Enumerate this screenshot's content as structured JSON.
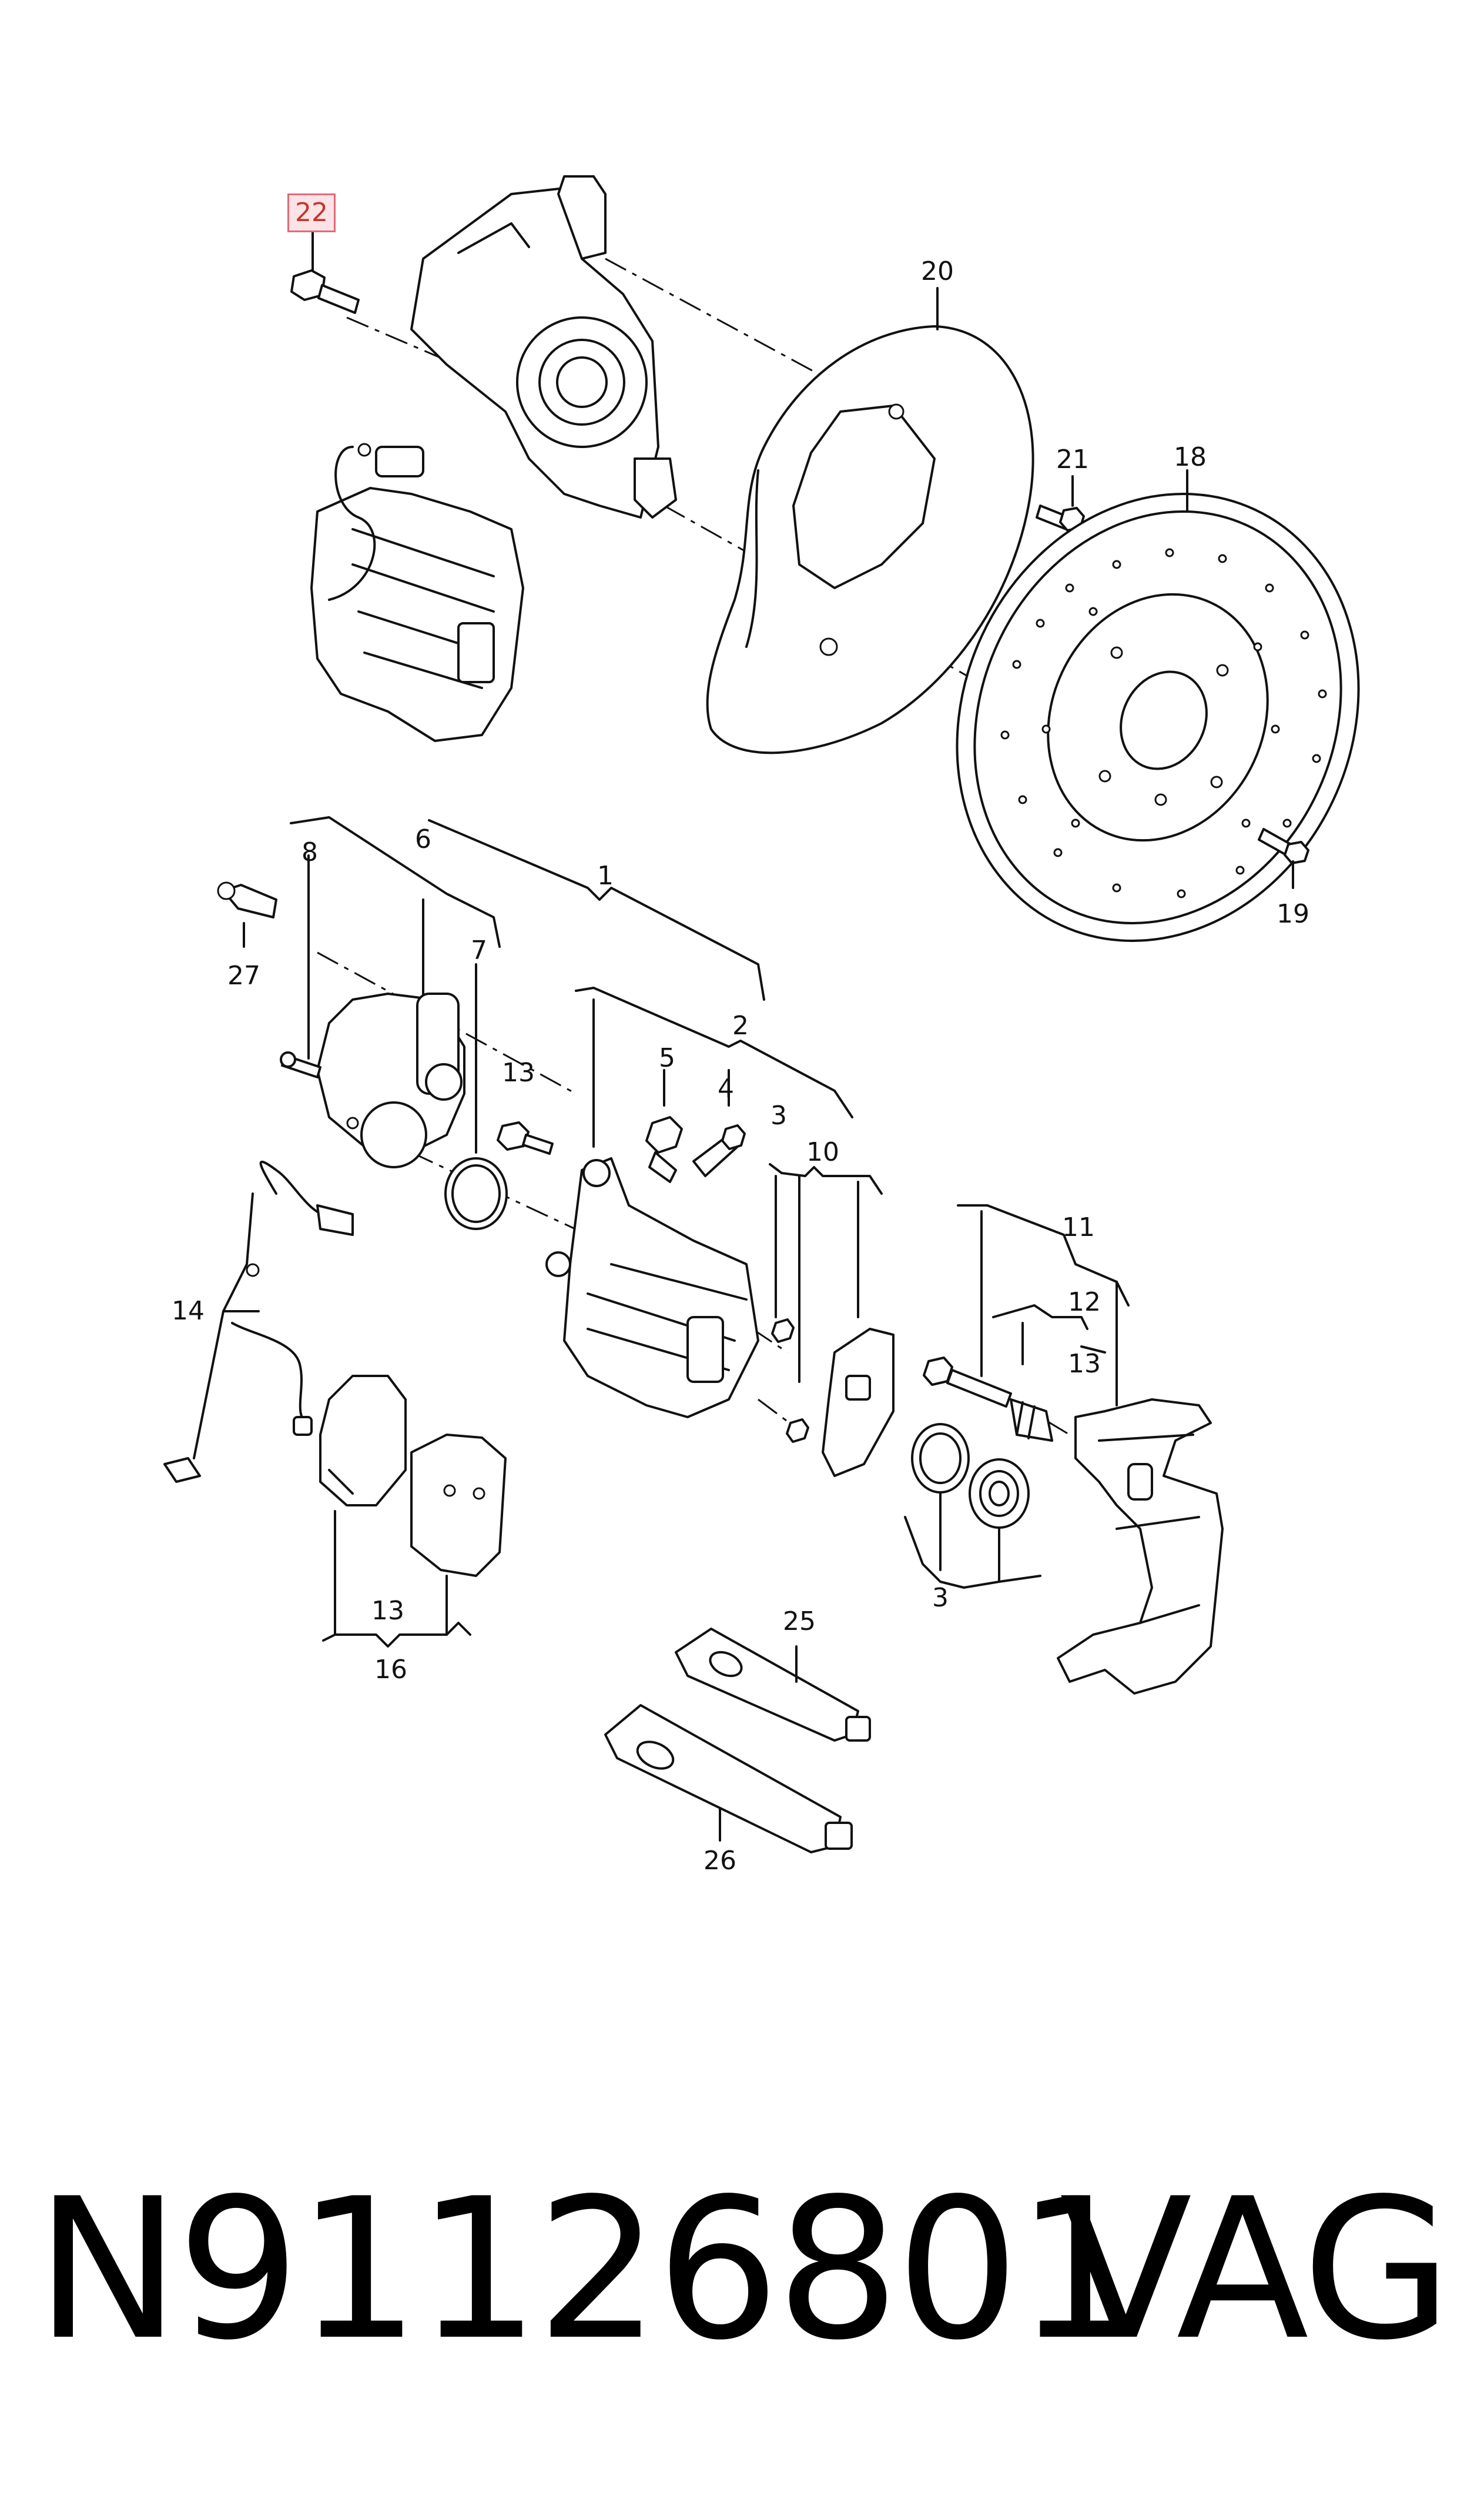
{
  "callouts": {
    "c1": "1",
    "c2": "2",
    "c3a": "3",
    "c3b": "3",
    "c4": "4",
    "c5": "5",
    "c6": "6",
    "c7": "7",
    "c8": "8",
    "c10": "10",
    "c11": "11",
    "c12": "12",
    "c13a": "13",
    "c13b": "13",
    "c13c": "13",
    "c14": "14",
    "c16": "16",
    "c18": "18",
    "c19": "19",
    "c20": "20",
    "c21": "21",
    "c22": "22",
    "c25": "25",
    "c26": "26",
    "c27": "27"
  },
  "highlighted_part": "22",
  "footer": {
    "part_number": "N91126801",
    "brand": "VAG"
  },
  "colors": {
    "highlight_border": "#e06a7a",
    "highlight_fill": "#fde3e6",
    "line": "#111111"
  }
}
